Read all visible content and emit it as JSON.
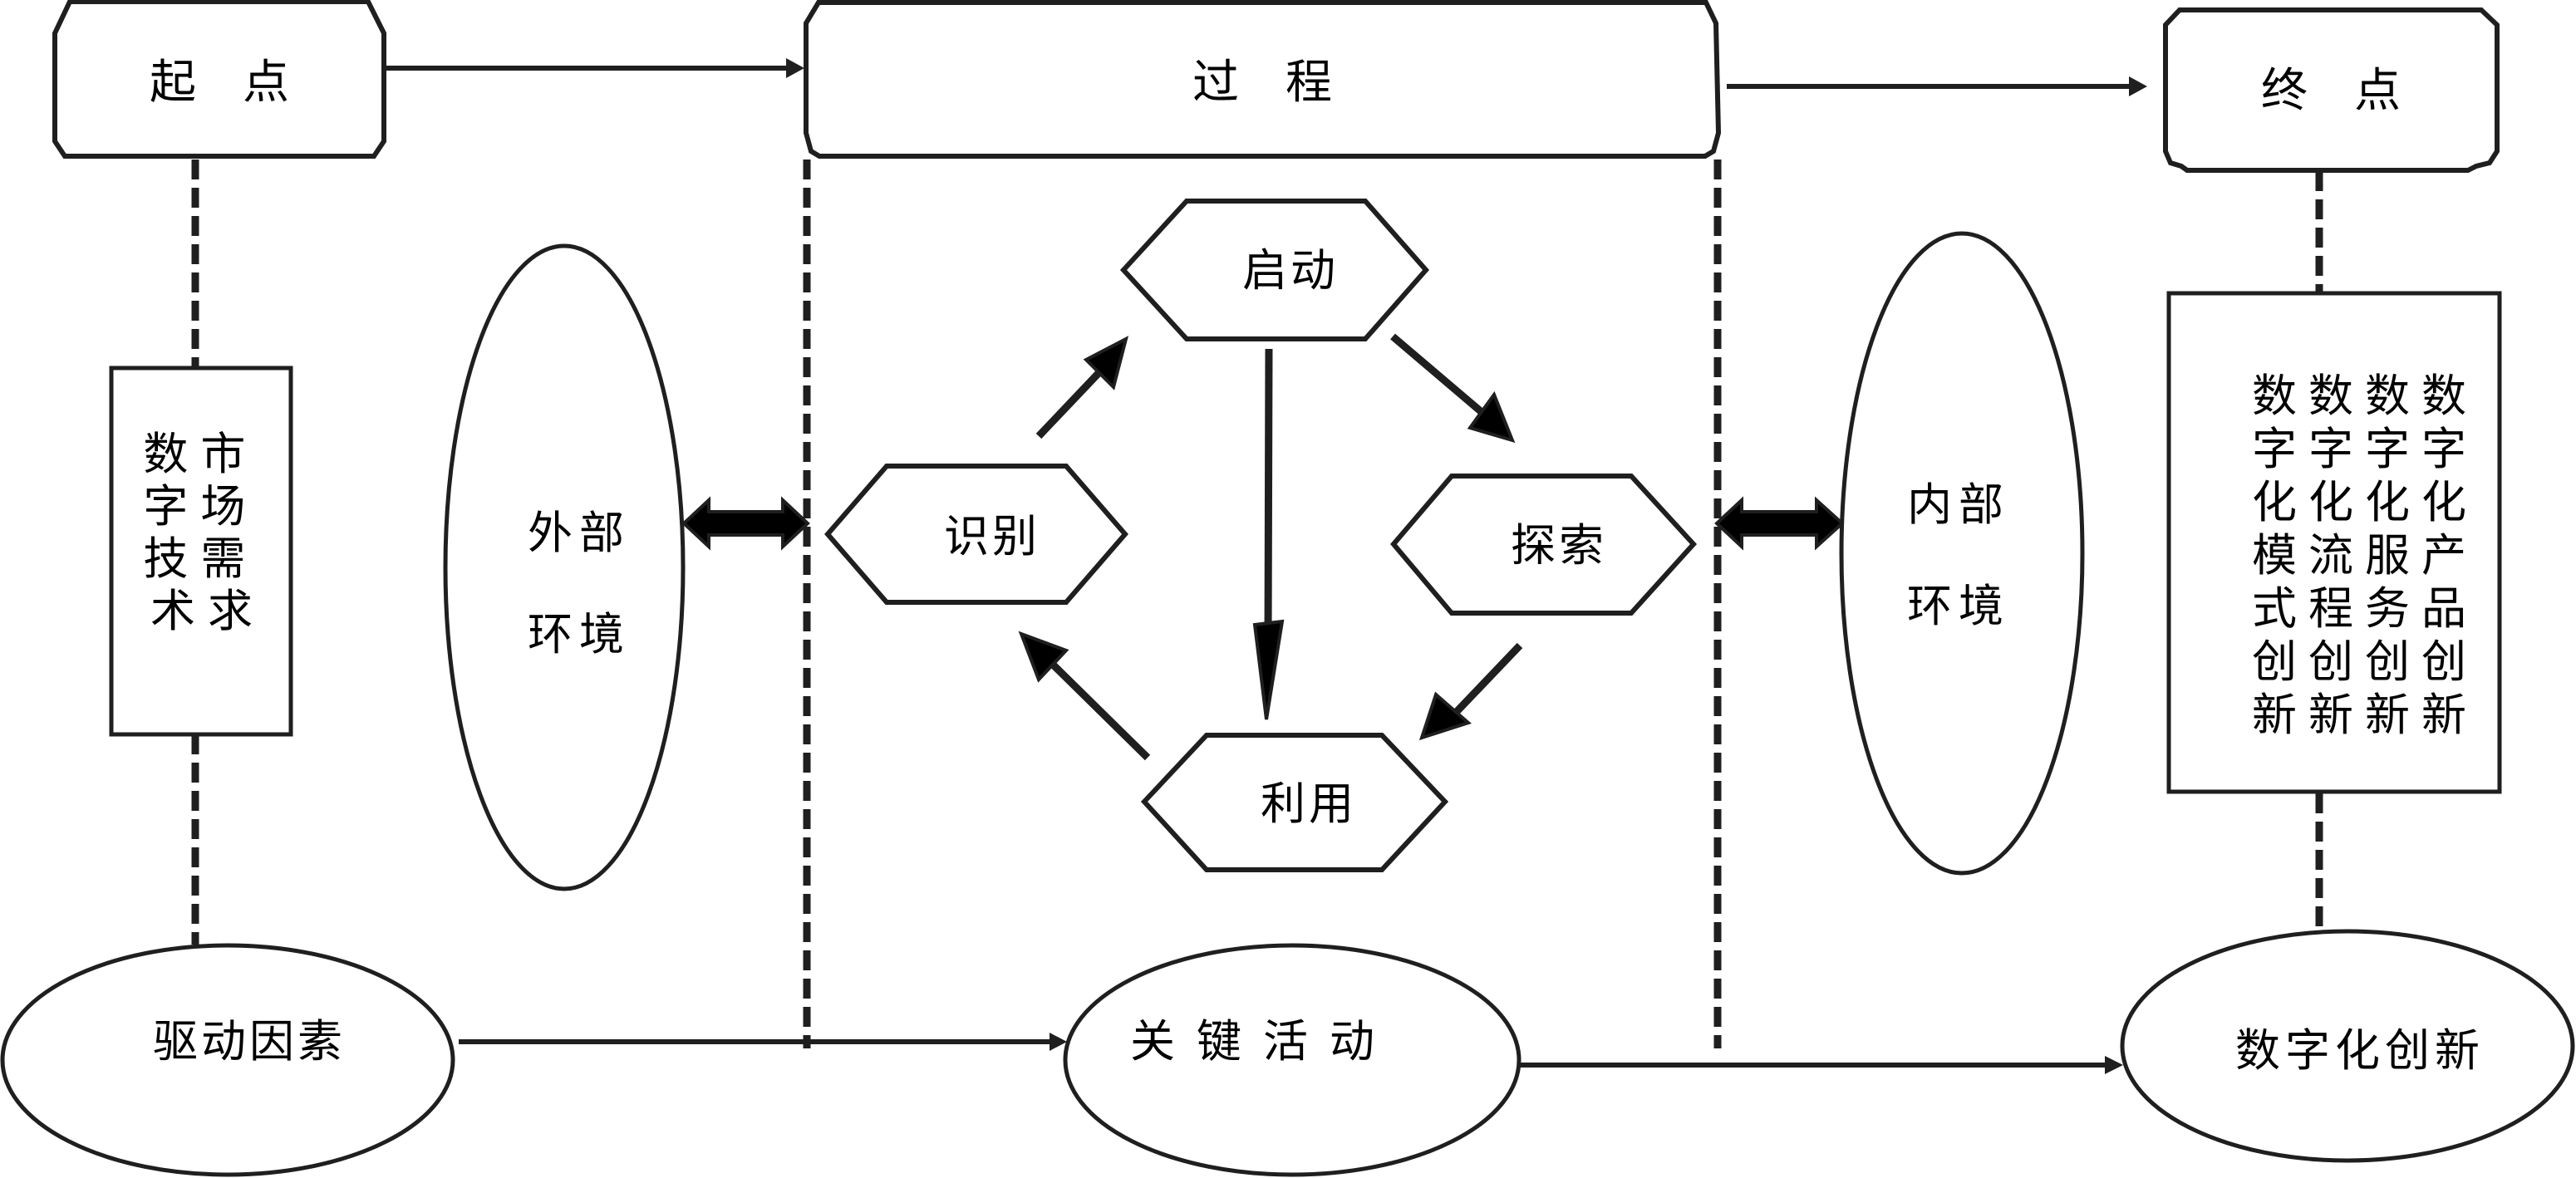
{
  "diagram": {
    "start_box": {
      "label": "起　点"
    },
    "process_box": {
      "label": "过　程"
    },
    "end_box": {
      "label": "终　点"
    },
    "drivers_box": {
      "columns": [
        "数字技术",
        "市场需求"
      ]
    },
    "outcomes_box": {
      "columns": [
        "数字化模式创新",
        "数字化流程创新",
        "数字化服务创新",
        "数字化产品创新"
      ]
    },
    "external_env": {
      "lines": [
        "外部",
        "环境"
      ]
    },
    "internal_env": {
      "lines": [
        "内部",
        "环境"
      ]
    },
    "cycle": {
      "start": "启动",
      "explore": "探索",
      "exploit": "利用",
      "identify": "识别"
    },
    "bottom": {
      "drivers": "驱动因素",
      "key_activities": "关键活动",
      "digital_innovation": "数字化创新"
    }
  }
}
